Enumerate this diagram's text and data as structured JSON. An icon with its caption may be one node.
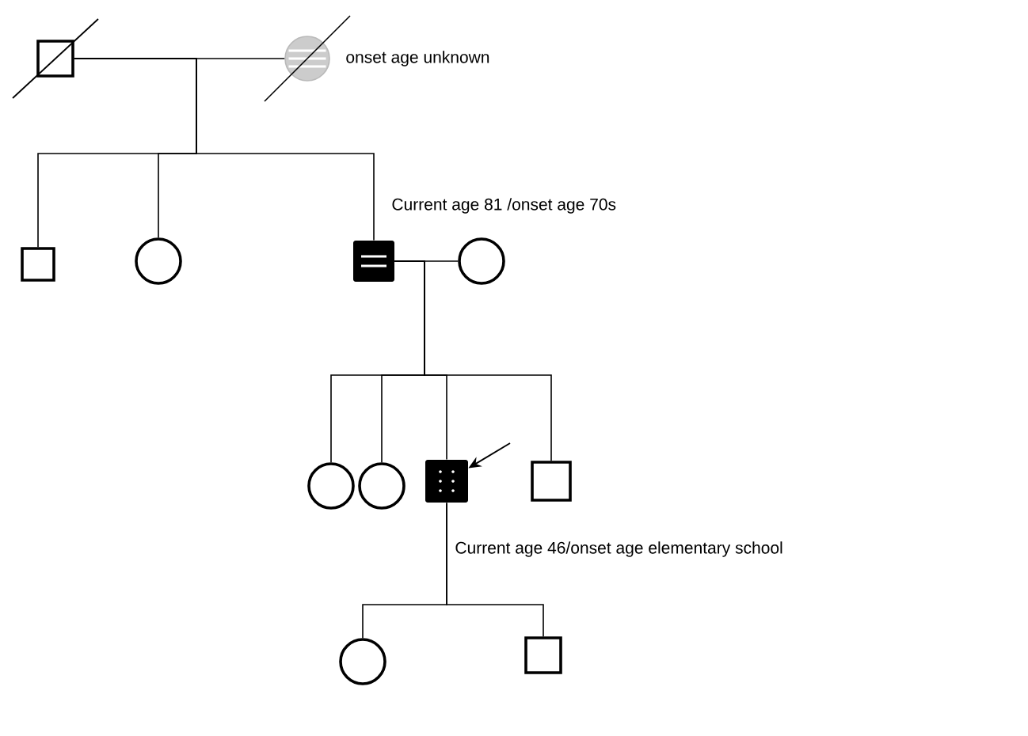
{
  "diagram": {
    "nodes": [
      {
        "text": [],
        "shape": "box"
      },
      {
        "text": [],
        "shape": "circle",
        "beside": [
          "onset age unknown"
        ]
      },
      {
        "text": [],
        "shape": "box"
      },
      {
        "text": [],
        "shape": "circle"
      },
      {
        "text": [],
        "shape": "box",
        "beside": [
          "Current age 81 /onset age 70s"
        ]
      },
      {
        "text": [],
        "shape": "circle"
      },
      {
        "text": [],
        "shape": "circle"
      },
      {
        "text": [],
        "shape": "circle"
      },
      {
        "text": [],
        "shape": "box",
        "beside": [
          "Current age 46/onset age elementary school"
        ]
      },
      {
        "text": [],
        "shape": "box"
      },
      {
        "text": [],
        "shape": "circle"
      },
      {
        "text": [],
        "shape": "box"
      }
    ],
    "edges": [
      {
        "from": 0,
        "to": 1,
        "arrow": "none"
      },
      {
        "from": 0,
        "to": 2,
        "arrow": "none"
      },
      {
        "from": 0,
        "to": 3,
        "arrow": "none"
      },
      {
        "from": 0,
        "to": 4,
        "arrow": "none"
      },
      {
        "from": 4,
        "to": 5,
        "arrow": "none"
      },
      {
        "from": 4,
        "to": 6,
        "arrow": "none"
      },
      {
        "from": 4,
        "to": 7,
        "arrow": "none"
      },
      {
        "from": 4,
        "to": 8,
        "arrow": "none"
      },
      {
        "from": 4,
        "to": 9,
        "arrow": "none"
      },
      {
        "from": 8,
        "to": 10,
        "arrow": "none"
      },
      {
        "from": 8,
        "to": 11,
        "arrow": "none"
      },
      {
        "from": null,
        "to": 8,
        "arrow": "to"
      }
    ]
  }
}
